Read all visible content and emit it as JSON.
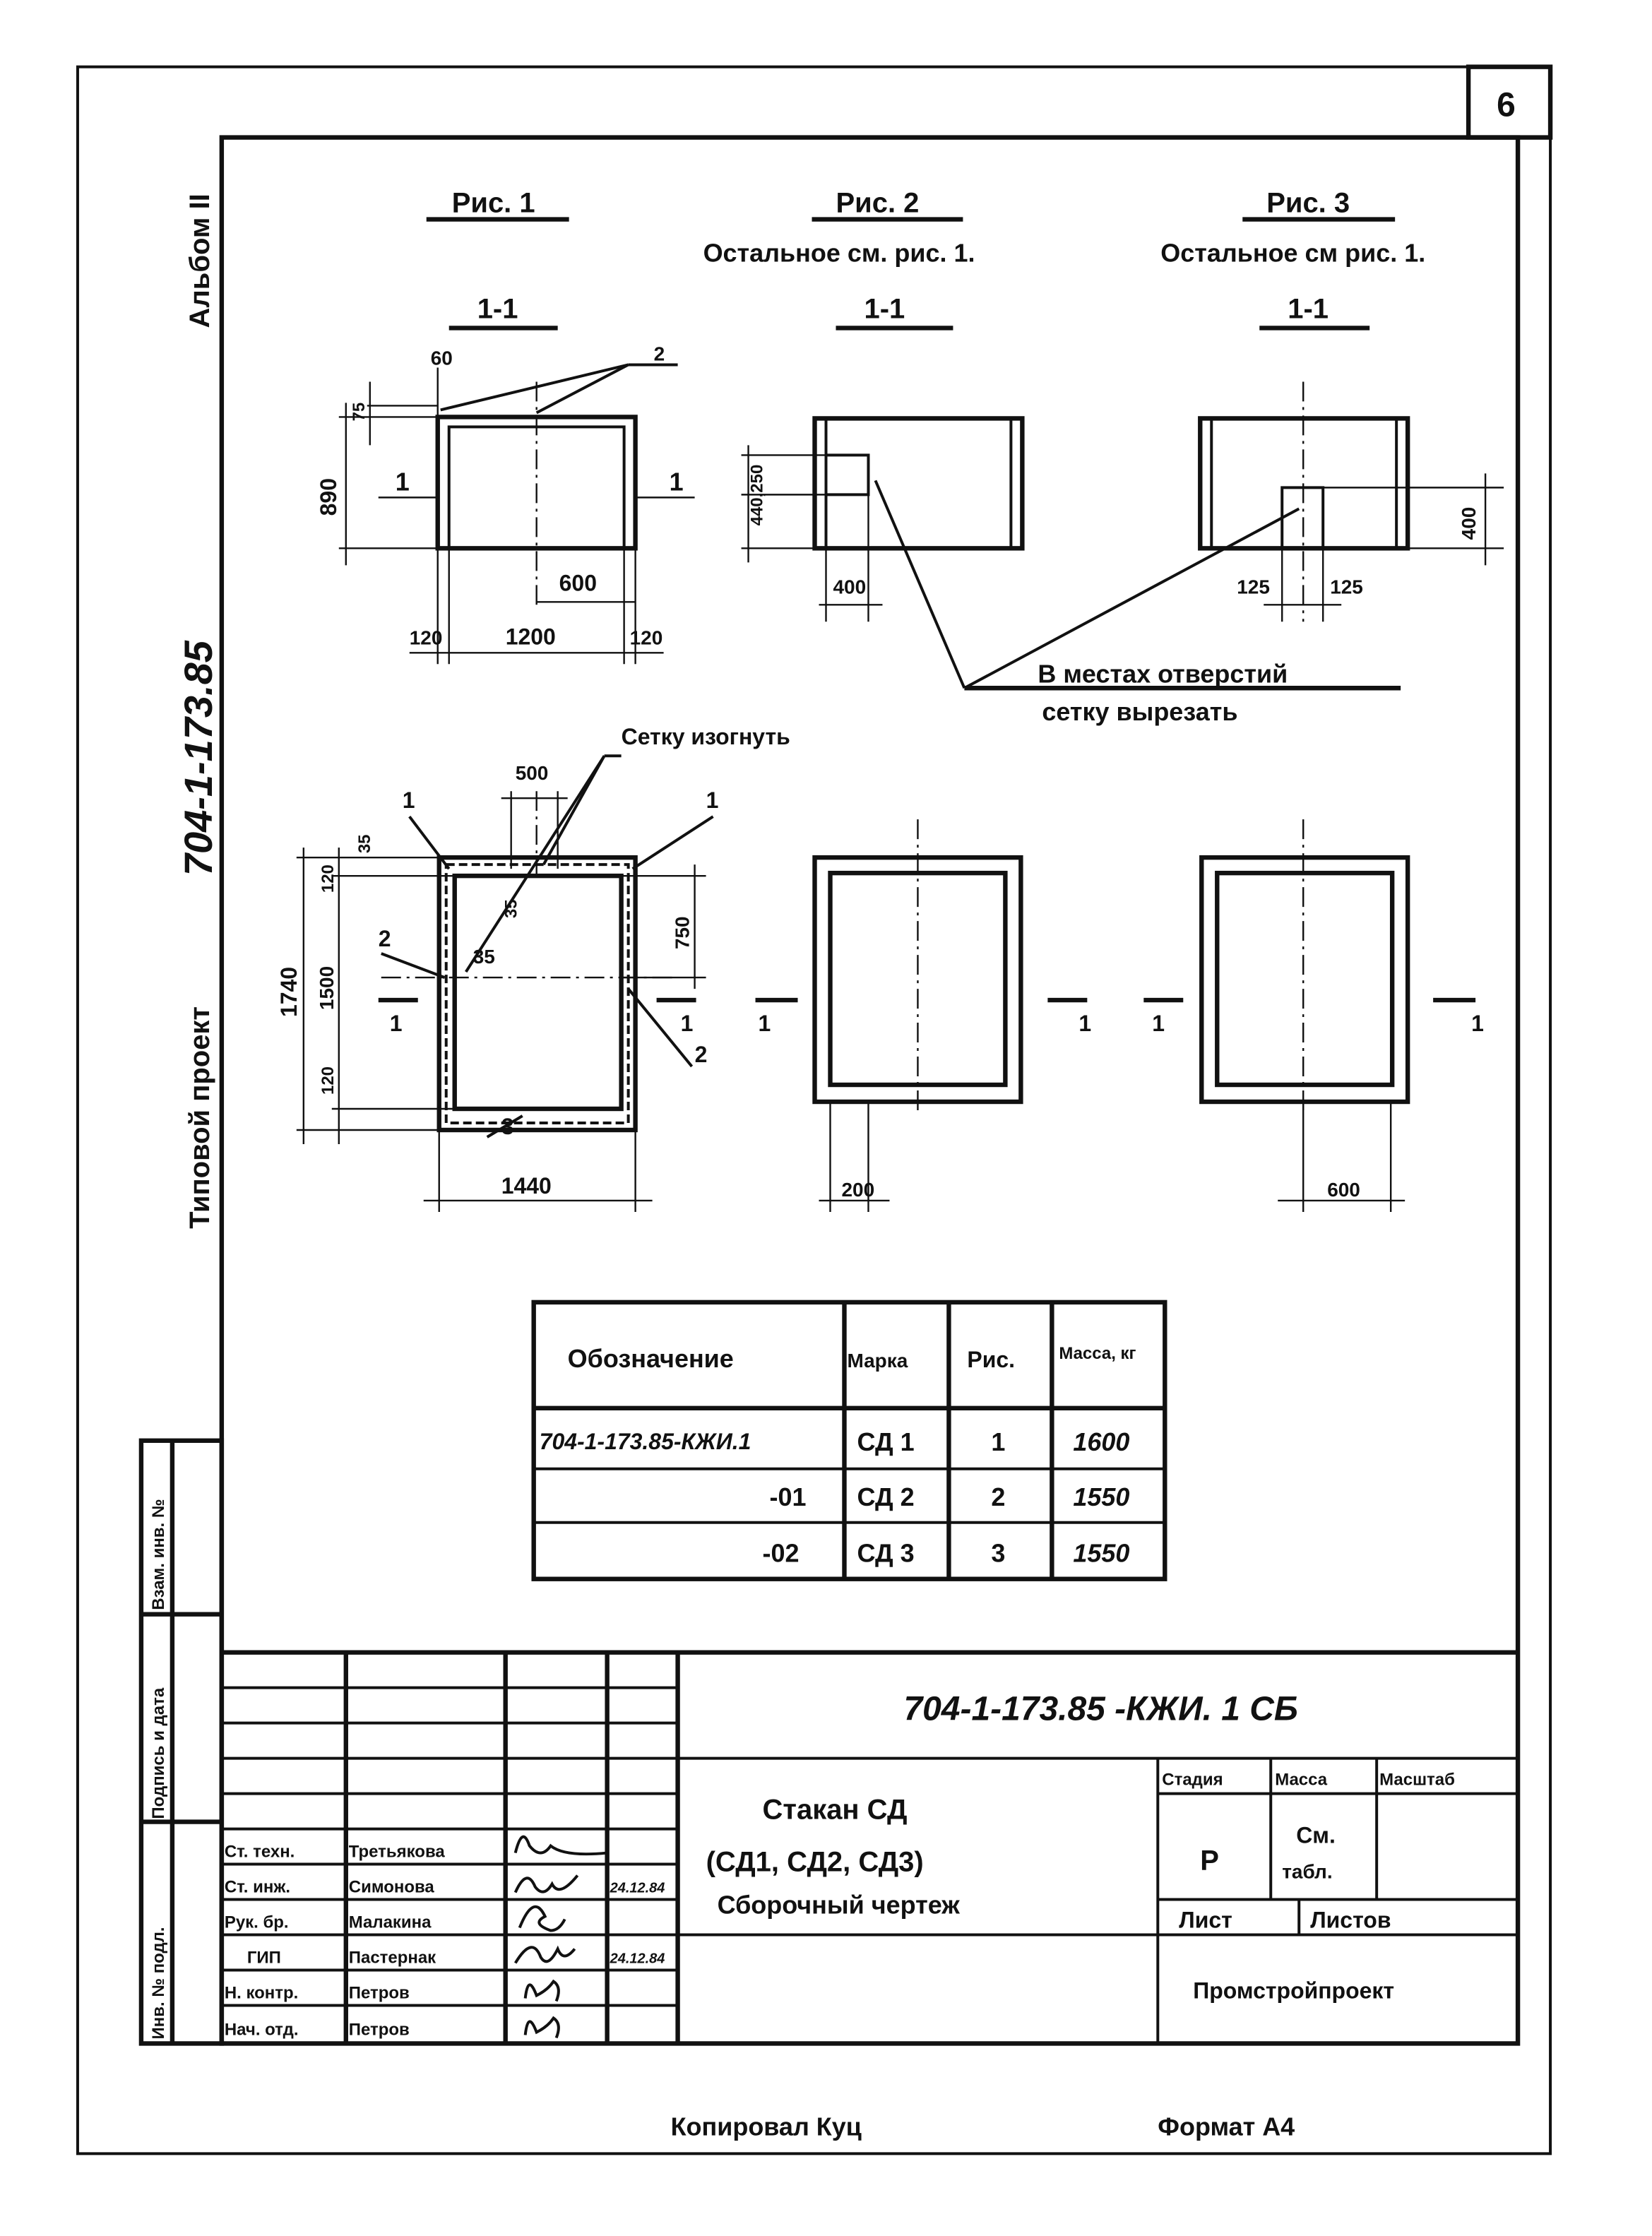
{
  "sheet_number": "6",
  "margin": {
    "album": "Альбом II",
    "project_code": "704-1-173.85",
    "project_type": "Типовой проект"
  },
  "stamp_column": [
    "Взам. инв. №",
    "Подпись и дата",
    "Инв. № подл."
  ],
  "figures": [
    {
      "title": "Рис. 1",
      "note": "",
      "section": "1-1",
      "dims": [
        "60",
        "2",
        "75",
        "890",
        "1",
        "1",
        "600",
        "120",
        "1200",
        "120"
      ]
    },
    {
      "title": "Рис. 2",
      "note": "Остальное см. рис. 1.",
      "section": "1-1",
      "dims": [
        "440,250",
        "400"
      ]
    },
    {
      "title": "Рис. 3",
      "note": "Остальное см рис. 1.",
      "section": "1-1",
      "dims": [
        "400",
        "125",
        "125"
      ]
    }
  ],
  "hole_note": [
    "В местах отверстий",
    "сетку вырезать"
  ],
  "plan": {
    "mesh_note": "Сетку изогнуть",
    "dims": [
      "500",
      "1",
      "1",
      "35",
      "120",
      "1740",
      "1500",
      "120",
      "750",
      "35",
      "35",
      "2",
      "2",
      "3",
      "1440",
      "200",
      "600"
    ],
    "section_marks": [
      "1",
      "1",
      "1",
      "1",
      "1",
      "1"
    ]
  },
  "table": {
    "headers": [
      "Обозначение",
      "Марка",
      "Рис.",
      "Масса, кг"
    ],
    "rows": [
      [
        "704-1-173.85-КЖИ.1",
        "СД 1",
        "1",
        "1600"
      ],
      [
        "-01",
        "СД 2",
        "2",
        "1550"
      ],
      [
        "-02",
        "СД 3",
        "3",
        "1550"
      ]
    ]
  },
  "title_block": {
    "code": "704-1-173.85 -КЖИ. 1 СБ",
    "name": [
      "Стакан СД",
      "(СД1, СД2, СД3)",
      "Сборочный чертеж"
    ],
    "stage_label": "Стадия",
    "mass_label": "Масса",
    "scale_label": "Масштаб",
    "stage": "Р",
    "mass": [
      "См.",
      "табл."
    ],
    "sheet_label": "Лист",
    "sheets_label": "Листов",
    "organization": "Промстройпроект",
    "staff": [
      {
        "role": "Ст. техн.",
        "name": "Третьякова",
        "date": ""
      },
      {
        "role": "Ст. инж.",
        "name": "Симонова",
        "date": "24.12.84"
      },
      {
        "role": "Рук. бр.",
        "name": "Малакина",
        "date": ""
      },
      {
        "role": "ГИП",
        "name": "Пастернак",
        "date": "24.12.84"
      },
      {
        "role": "Н. контр.",
        "name": "Петров",
        "date": ""
      },
      {
        "role": "Нач. отд.",
        "name": "Петров",
        "date": ""
      }
    ]
  },
  "footer": {
    "copied_by": "Копировал Куц",
    "format": "Формат А4"
  }
}
